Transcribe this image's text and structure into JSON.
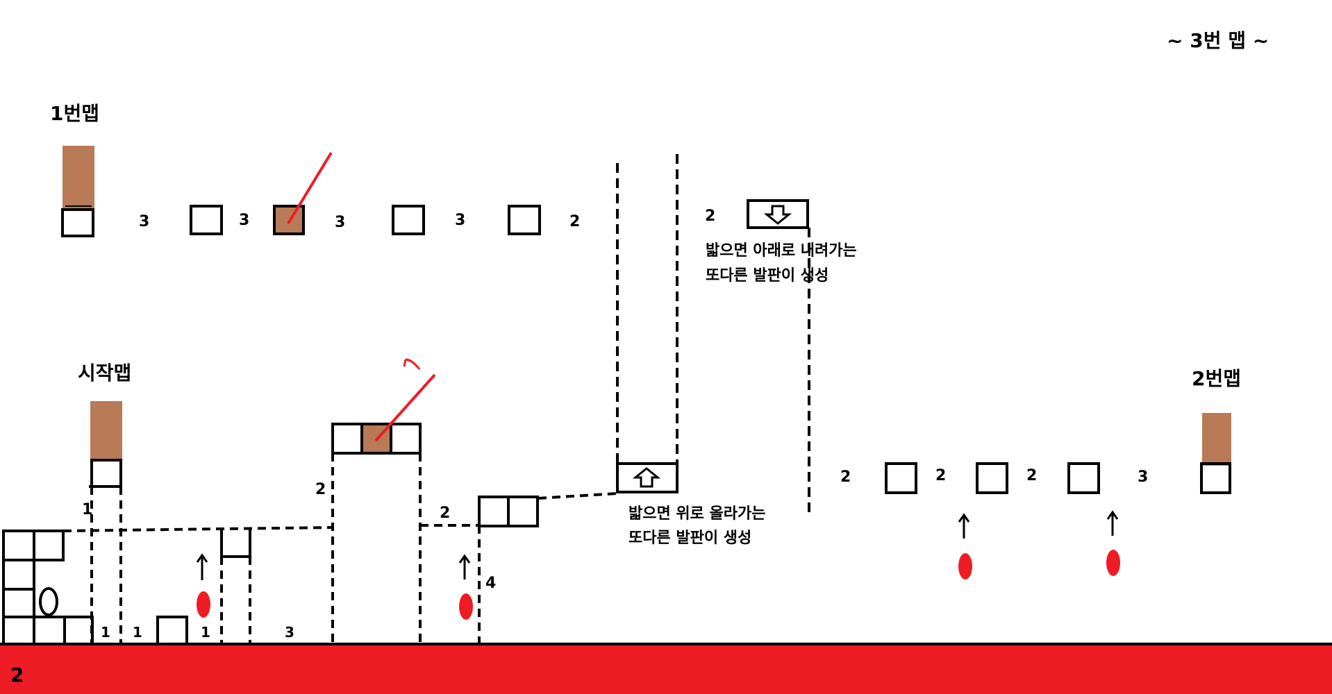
{
  "titles": {
    "map3": "~ 3번 맵 ~",
    "map1": "1번맵",
    "start_map": "시작맵",
    "map2": "2번맵"
  },
  "notes": {
    "down_line1": "밟으면 아래로 내려가는",
    "down_line2": "또다른 발판이 생성",
    "up_line1": "밟으면 위로 올라가는",
    "up_line2": "또다른 발판이 생성"
  },
  "gaps": {
    "top_row": [
      "3",
      "3",
      "3",
      "3",
      "2"
    ],
    "top_right": "2",
    "right_row": [
      "2",
      "2",
      "2",
      "3"
    ],
    "bottom_row": [
      "1",
      "1",
      "1",
      "3"
    ],
    "door_side": "1",
    "tower_side": "2",
    "ledge_side": "2",
    "pit_side": "4"
  },
  "floor_label": "2",
  "colors": {
    "lava": "#ee1c24",
    "door": "#b97a57",
    "enemy": "#ee1c24",
    "stroke": "#000000"
  }
}
